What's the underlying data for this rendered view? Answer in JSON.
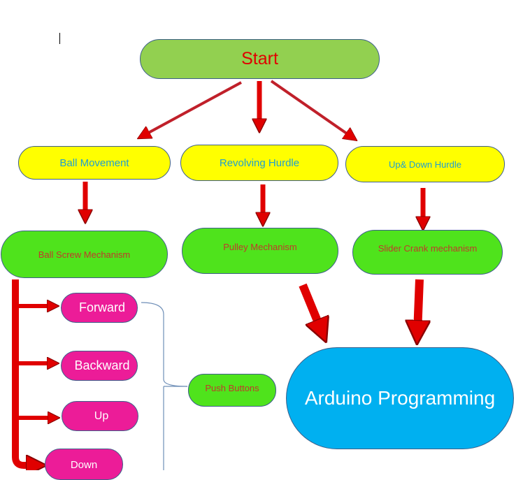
{
  "nodes": {
    "start": "Start",
    "ball_movement": "Ball Movement",
    "revolving_hurdle": "Revolving Hurdle",
    "updown_hurdle": "Up& Down Hurdle",
    "ball_screw": "Ball Screw Mechanism",
    "pulley": "Pulley Mechanism",
    "slider_crank": "Slider Crank mechanism",
    "forward": "Forward",
    "backward": "Backward",
    "up": "Up",
    "down": "Down",
    "push_buttons": "Push Buttons",
    "arduino": "Arduino Programming"
  },
  "colors": {
    "start_fill": "#92d050",
    "category_fill": "#ffff00",
    "mechanism_fill": "#4fe31c",
    "button_fill": "#ec1c98",
    "arduino_fill": "#00b0f0",
    "arrow": "#e00000"
  }
}
